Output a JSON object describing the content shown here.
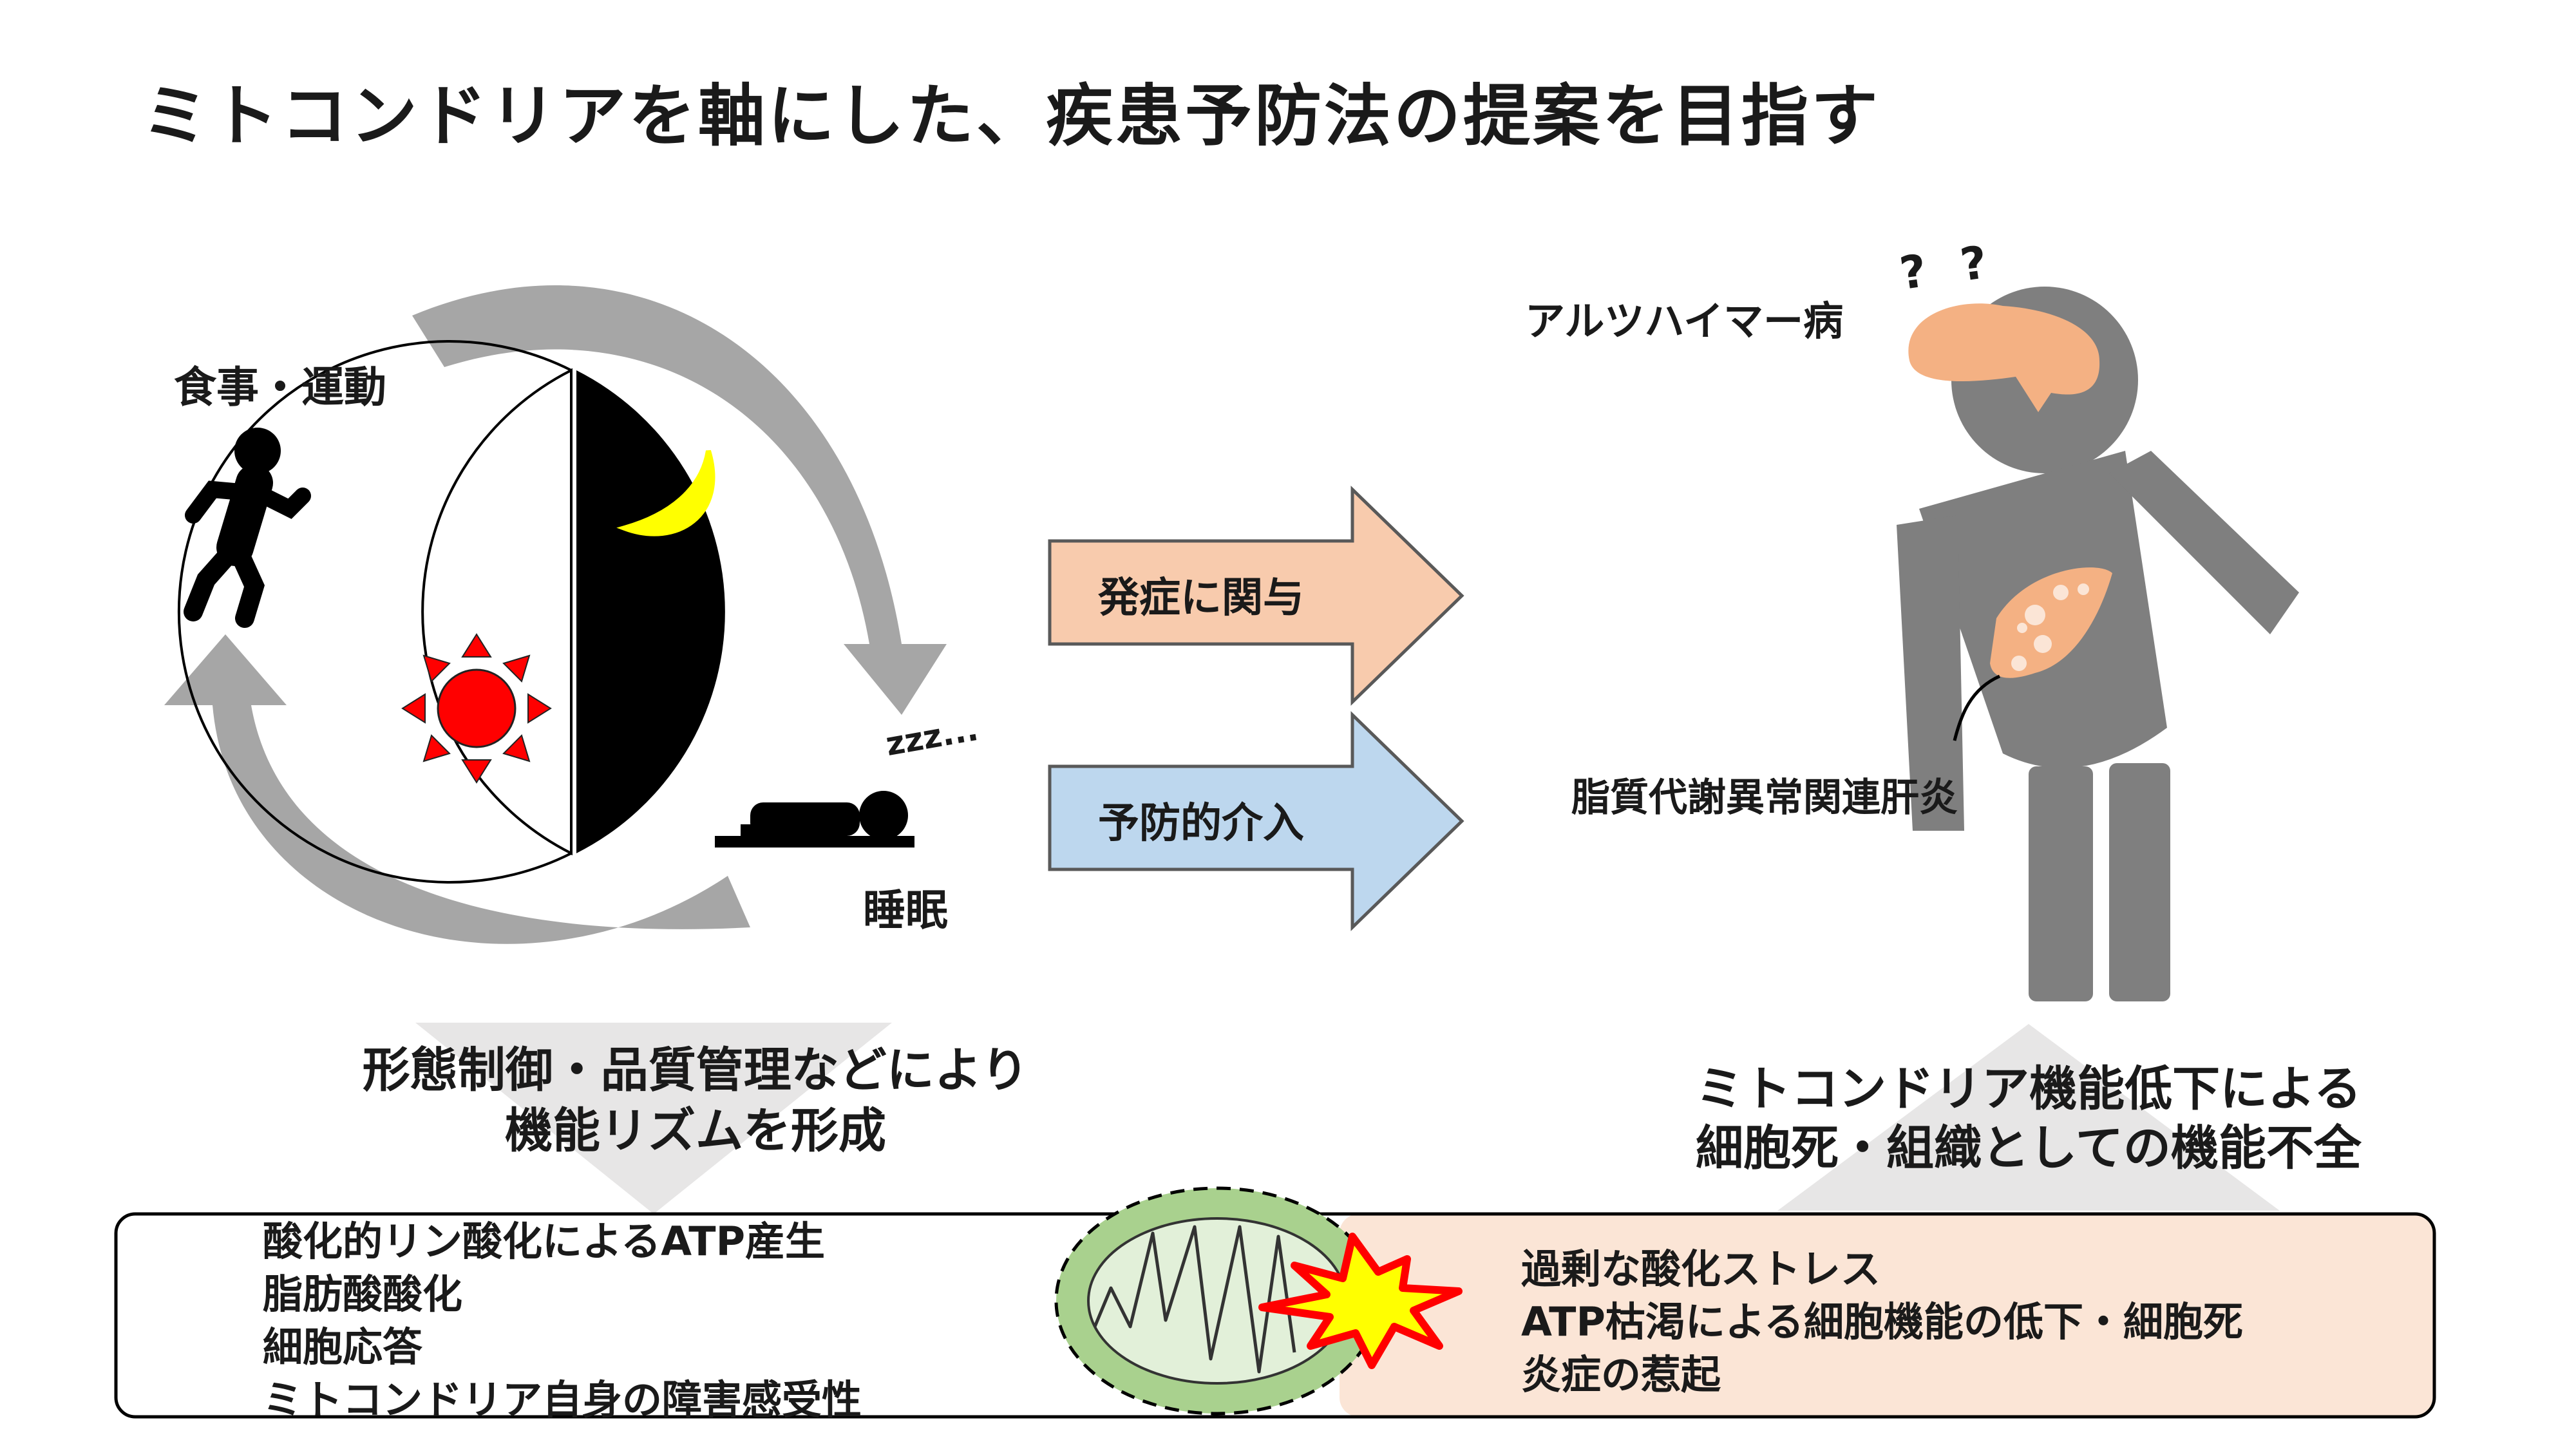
{
  "title": "ミトコンドリアを軸にした、疾患予防法の提案を目指す",
  "labels": {
    "meal_exercise": "食事・運動",
    "sleep": "睡眠",
    "zzz": "zzz...",
    "alzheimer": "アルツハイマー病",
    "masld": "脂質代謝異常関連肝炎",
    "question_marks": "? ?"
  },
  "arrows": {
    "onset": "発症に関与",
    "prevention": "予防的介入"
  },
  "captions": {
    "left": [
      "形態制御・品質管理などにより",
      "機能リズムを形成"
    ],
    "right": [
      "ミトコンドリア機能低下による",
      "細胞死・組織としての機能不全"
    ]
  },
  "bottom_box": {
    "left_items": [
      "酸化的リン酸化によるATP産生",
      "脂肪酸酸化",
      "細胞応答",
      "ミトコンドリア自身の障害感受性"
    ],
    "right_items": [
      "過剰な酸化ストレス",
      "ATP枯渇による細胞機能の低下・細胞死",
      "炎症の惹起"
    ]
  },
  "colors": {
    "cycle_arrow": "#a6a6a6",
    "onset_arrow": "#f8cbad",
    "prevention_arrow": "#bdd7ee",
    "figure": "#7f7f7f",
    "organ": "#f4b183",
    "sun": "#ff0000",
    "moon": "#ffff00",
    "mito_outer": "#a9d18e",
    "mito_inner": "#e2f0d9",
    "damage_panel": "#fbe5d6",
    "burst": "#ffff00"
  }
}
